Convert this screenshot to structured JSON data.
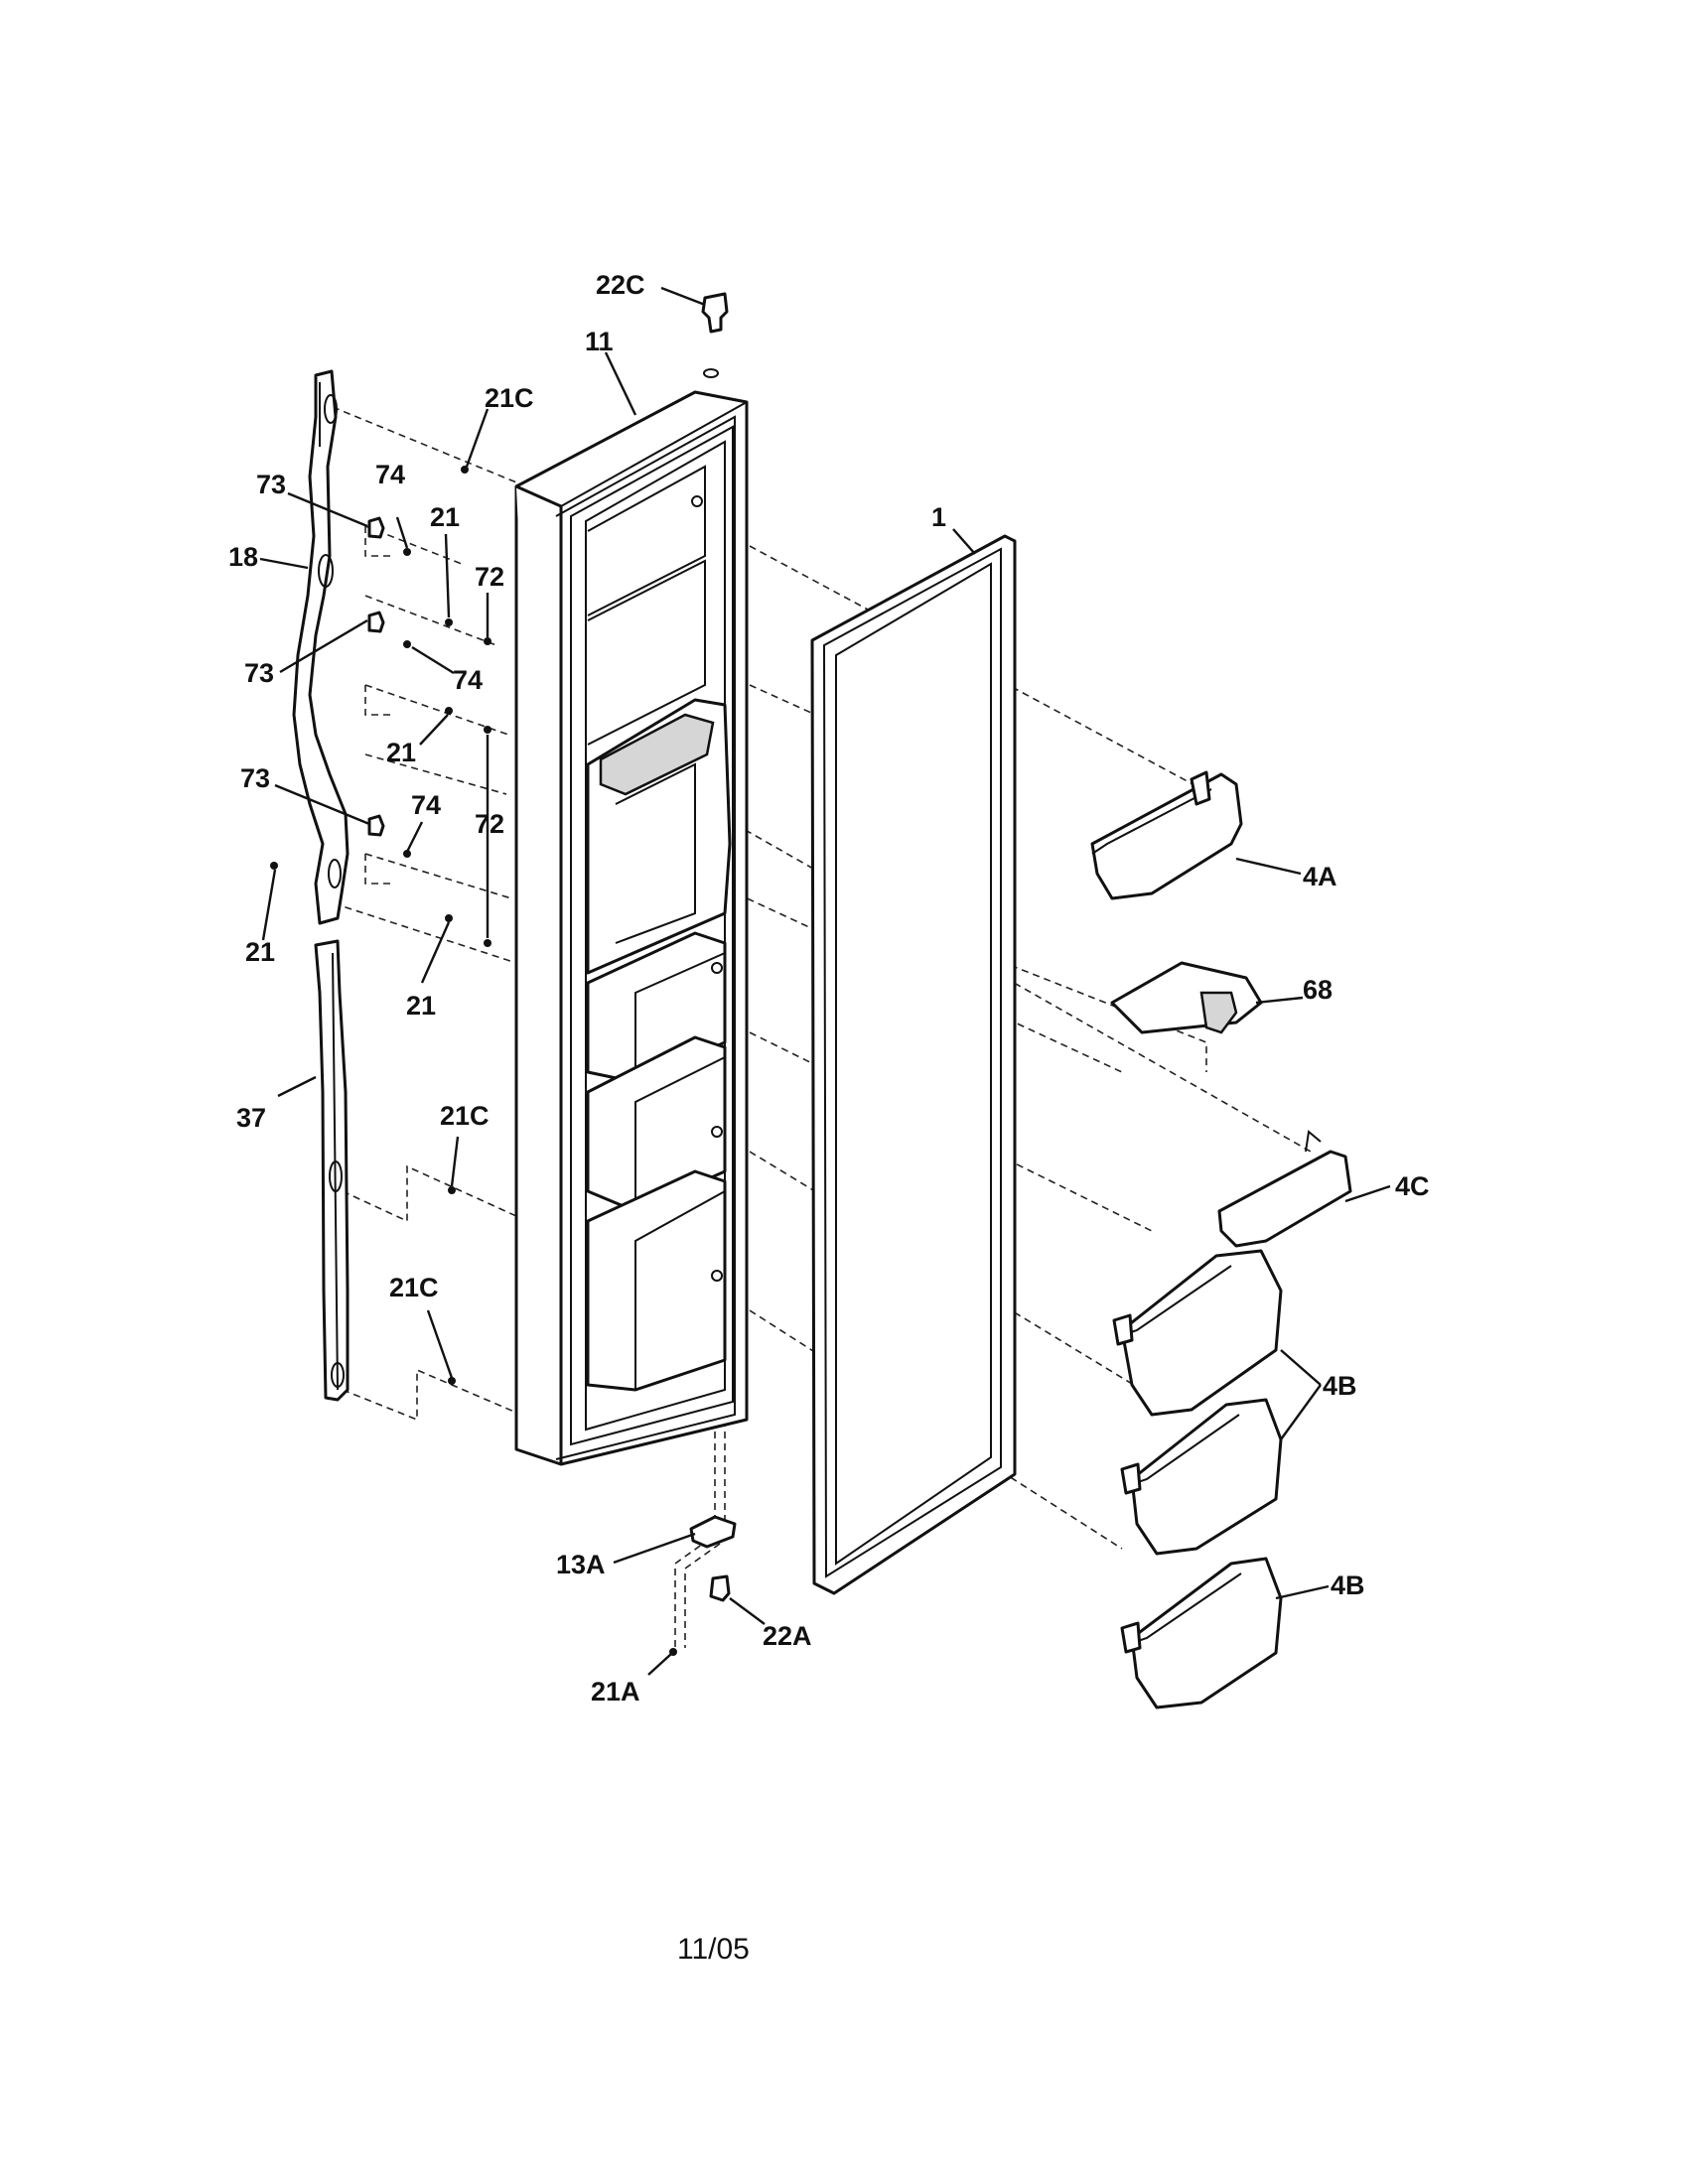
{
  "diagram": {
    "parts": {
      "p1": "1",
      "p4A": "4A",
      "p4B_a": "4B",
      "p4B_b": "4B",
      "p4C": "4C",
      "p11": "11",
      "p13A": "13A",
      "p18": "18",
      "p21_a": "21",
      "p21_b": "21",
      "p21_c": "21",
      "p21_d": "21",
      "p21A": "21A",
      "p21C_a": "21C",
      "p21C_b": "21C",
      "p21C_c": "21C",
      "p22A": "22A",
      "p22C": "22C",
      "p37": "37",
      "p68": "68",
      "p72_a": "72",
      "p72_b": "72",
      "p73_a": "73",
      "p73_b": "73",
      "p73_c": "73",
      "p74_a": "74",
      "p74_b": "74",
      "p74_c": "74"
    },
    "footer_date": "11/05"
  }
}
